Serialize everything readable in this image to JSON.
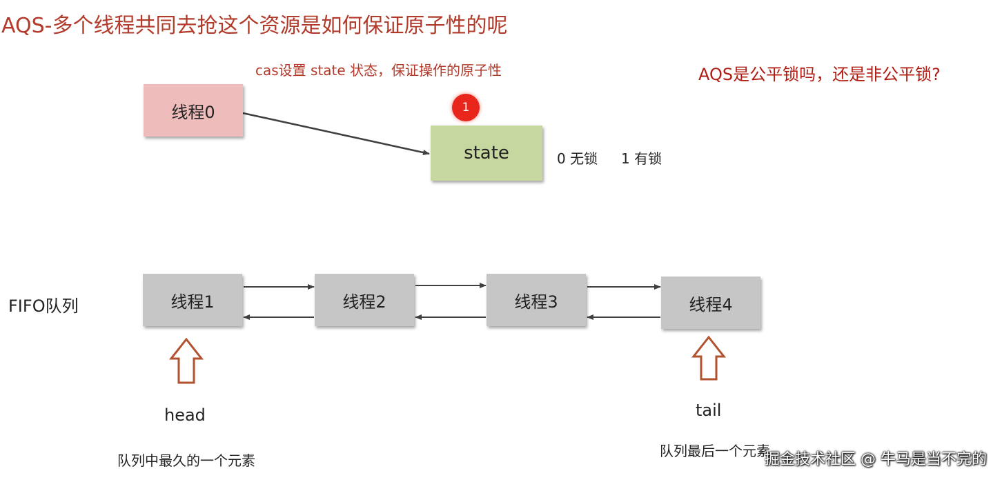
{
  "title": "AQS-多个线程共同去抢这个资源是如何保证原子性的呢",
  "cas_note": "cas设置 state 状态，保证操作的原子性",
  "question": "AQS是公平锁吗，还是非公平锁?",
  "thread0": "线程0",
  "badge": "1",
  "state_box": "state",
  "state_zero": "0 无锁",
  "state_one": "1 有锁",
  "fifo_label": "FIFO队列",
  "queue_nodes": [
    "线程1",
    "线程2",
    "线程3",
    "线程4"
  ],
  "head_label": "head",
  "head_desc": "队列中最久的一个元素",
  "tail_label": "tail",
  "tail_desc": "队列最后一个元素",
  "watermark": "掘金技术社区 @ 牛马是当不完的",
  "colors": {
    "title": "#b23a2a",
    "question": "#b01c12",
    "thread0_box": "#eebcbb",
    "state_box": "#c6d89f",
    "queue_box": "#c6c6c6",
    "up_arrow": "#b0522e",
    "badge": "#e8261b"
  }
}
